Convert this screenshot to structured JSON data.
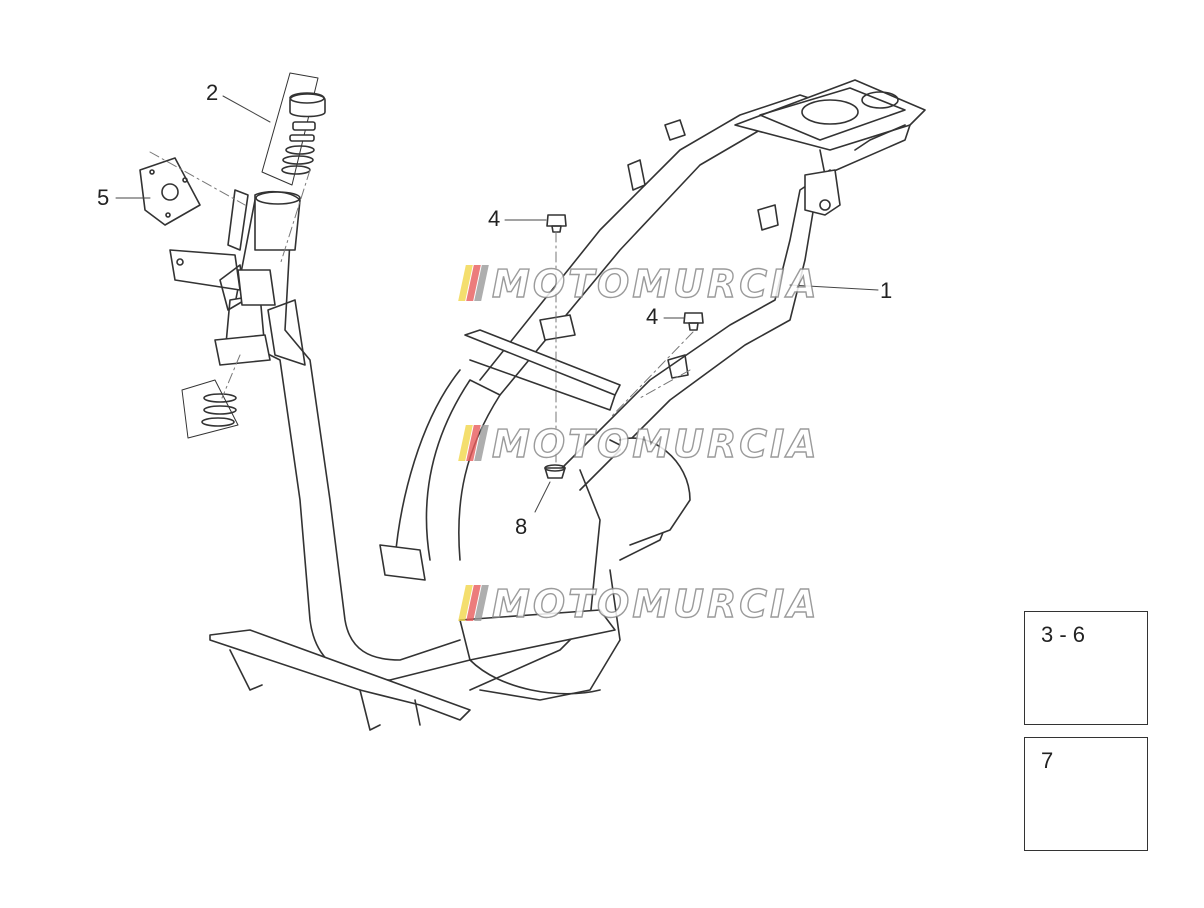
{
  "diagram": {
    "callouts": {
      "c1": "1",
      "c2": "2",
      "c4a": "4",
      "c4b": "4",
      "c5": "5",
      "c8": "8"
    },
    "legend": [
      {
        "label": "3 - 6"
      },
      {
        "label": "7"
      }
    ],
    "watermark": {
      "text": "MOTOMURCIA",
      "flag_colors": [
        "#f2d64b",
        "#e85c5c",
        "#9a9a9a"
      ]
    },
    "colors": {
      "stroke": "#333333",
      "fill": "#ffffff",
      "dash": "#777777"
    }
  }
}
